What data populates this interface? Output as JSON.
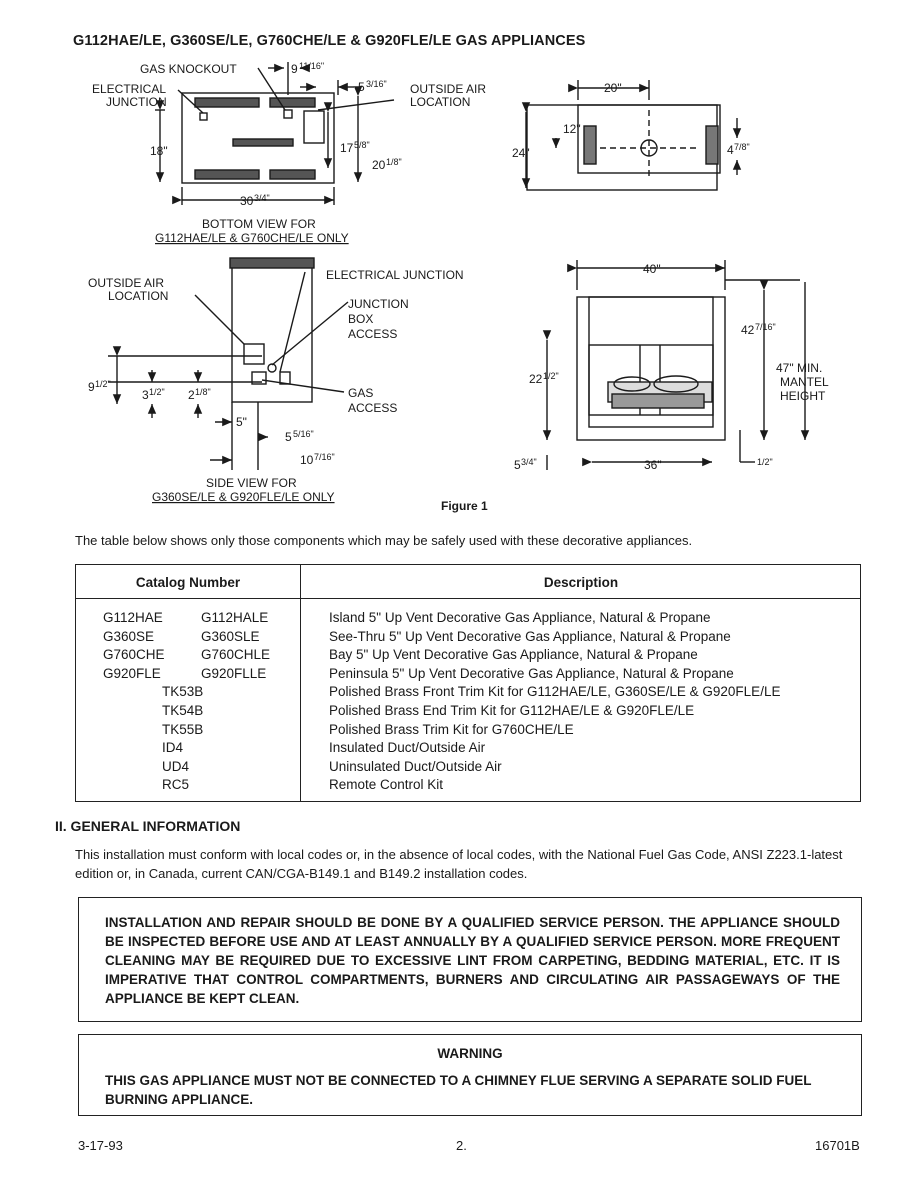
{
  "page": {
    "title": "G112HAE/LE, G360SE/LE, G760CHE/LE & G920FLE/LE GAS APPLIANCES",
    "figure_caption": "Figure 1",
    "intro": "The table below shows only those components which may be safely used with these decorative appliances."
  },
  "figure": {
    "bottom_view": {
      "gas_knockout": "GAS KNOCKOUT",
      "electrical": "ELECTRICAL",
      "junction": "JUNCTION",
      "outside_air": "OUTSIDE AIR",
      "location": "LOCATION",
      "dim_9_11_16": "9",
      "frac_11_16": "11/16\"",
      "dim_5_3_16": "5",
      "frac_3_16": "3/16\"",
      "dim_18": "18\"",
      "dim_17_5_8": "17",
      "frac_5_8": "5/8\"",
      "dim_20_1_8": "20",
      "frac_1_8": "1/8\"",
      "dim_30_3_4": "30",
      "frac_3_4": "3/4\"",
      "caption1": "BOTTOM VIEW FOR",
      "caption2": "G112HAE/LE & G760CHE/LE ONLY"
    },
    "top_right": {
      "dim_20": "20\"",
      "dim_12": "12\"",
      "dim_24": "24\"",
      "dim_4_7_8": "4",
      "frac_7_8": "7/8\""
    },
    "side_view": {
      "outside_air": "OUTSIDE AIR",
      "location": "LOCATION",
      "electrical_junction": "ELECTRICAL JUNCTION",
      "junction": "JUNCTION",
      "box": "BOX",
      "access": "ACCESS",
      "gas": "GAS",
      "gas_access": "ACCESS",
      "dim_9_1_2": "9",
      "frac_1_2": "1/2\"",
      "dim_3_1_2": "3",
      "frac_1_2b": "1/2\"",
      "dim_2_1_8": "2",
      "frac_1_8": "1/8\"",
      "dim_5": "5\"",
      "dim_5_5_16": "5",
      "frac_5_16": "5/16\"",
      "dim_10_7_16": "10",
      "frac_7_16": "7/16\"",
      "caption1": "SIDE VIEW FOR",
      "caption2": "G360SE/LE & G920FLE/LE ONLY"
    },
    "front_view": {
      "dim_40": "40\"",
      "dim_42_7_16": "42",
      "frac_7_16": "7/16\"",
      "dim_22_1_2": "22",
      "frac_1_2": "1/2\"",
      "min1": "47\" MIN.",
      "min2": "MANTEL",
      "min3": "HEIGHT",
      "dim_5_3_4": "5",
      "frac_3_4": "3/4\"",
      "dim_36": "36\"",
      "frac_1_2b": "1/2\""
    }
  },
  "table": {
    "headers": [
      "Catalog Number",
      "Description"
    ],
    "rows": [
      {
        "c1": "G112HAE",
        "c2": "G112HALE",
        "desc": "Island 5\" Up Vent Decorative Gas Appliance, Natural & Propane"
      },
      {
        "c1": "G360SE",
        "c2": "G360SLE",
        "desc": "See-Thru 5\" Up Vent Decorative Gas Appliance, Natural & Propane"
      },
      {
        "c1": "G760CHE",
        "c2": "G760CHLE",
        "desc": "Bay 5\" Up Vent Decorative Gas Appliance, Natural & Propane"
      },
      {
        "c1": "G920FLE",
        "c2": "G920FLLE",
        "desc": "Peninsula 5\" Up Vent Decorative Gas Appliance, Natural & Propane"
      },
      {
        "code": "TK53B",
        "desc": "Polished Brass Front Trim Kit for G112HAE/LE, G360SE/LE & G920FLE/LE"
      },
      {
        "code": "TK54B",
        "desc": "Polished Brass End Trim Kit for G112HAE/LE & G920FLE/LE"
      },
      {
        "code": "TK55B",
        "desc": "Polished Brass Trim Kit for G760CHE/LE"
      },
      {
        "code": "ID4",
        "desc": "Insulated Duct/Outside Air"
      },
      {
        "code": "UD4",
        "desc": "Uninsulated Duct/Outside Air"
      },
      {
        "code": "RC5",
        "desc": "Remote Control Kit"
      }
    ]
  },
  "section": {
    "heading": "II.  GENERAL INFORMATION",
    "paragraph": "This installation must conform with local codes or, in the absence of local codes, with the National Fuel Gas Code, ANSI Z223.1-latest edition or, in Canada, current CAN/CGA-B149.1 and B149.2 installation codes."
  },
  "notice": "INSTALLATION AND REPAIR SHOULD BE DONE BY A QUALIFIED SERVICE PERSON. THE APPLIANCE SHOULD BE INSPECTED BEFORE USE AND AT LEAST ANNUALLY BY A QUALIFIED SERVICE PERSON. MORE FREQUENT CLEANING MAY BE REQUIRED DUE TO EXCESSIVE LINT FROM CARPETING, BEDDING MATERIAL, ETC. IT IS IMPERATIVE THAT CONTROL COMPARTMENTS, BURNERS AND CIRCULATING AIR PASSAGEWAYS OF THE APPLIANCE BE KEPT CLEAN.",
  "warning": {
    "title": "WARNING",
    "text": "THIS GAS APPLIANCE MUST NOT BE CONNECTED TO A CHIMNEY FLUE SERVING A SEPARATE SOLID FUEL BURNING APPLIANCE."
  },
  "footer": {
    "date": "3-17-93",
    "page": "2.",
    "doc": "16701B"
  }
}
